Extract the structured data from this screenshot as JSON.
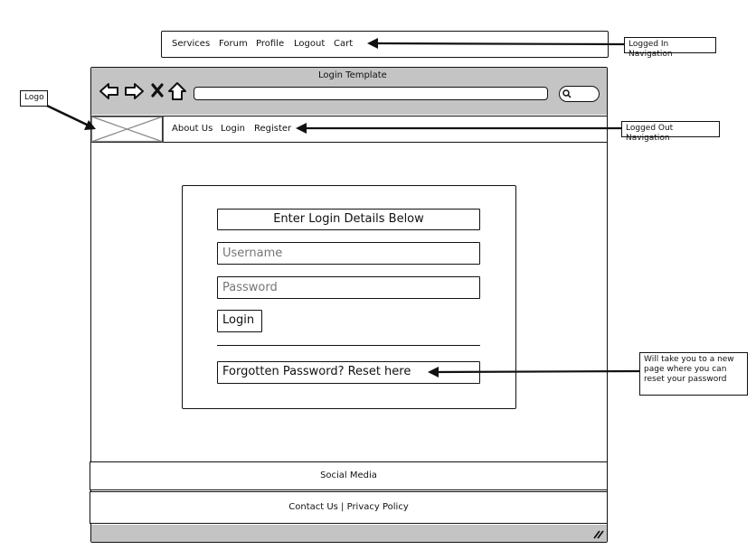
{
  "logged_in_nav": {
    "items": [
      "Services",
      "Forum",
      "Profile",
      "Logout",
      "Cart"
    ],
    "annotation": "Logged In Navigation"
  },
  "window": {
    "title": "Login Template"
  },
  "logo": {
    "annotation": "Logo"
  },
  "logged_out_nav": {
    "items": [
      "About Us",
      "Login",
      "Register"
    ],
    "annotation": "Logged Out Navigation"
  },
  "login_form": {
    "heading": "Enter Login Details Below",
    "username_placeholder": "Username",
    "password_placeholder": "Password",
    "login_button": "Login",
    "forgot_link": "Forgotten Password? Reset here",
    "forgot_annotation": "Will take you to a new page where you can reset your password"
  },
  "footer": {
    "social": "Social Media",
    "links": "Contact Us | Privacy Policy"
  }
}
